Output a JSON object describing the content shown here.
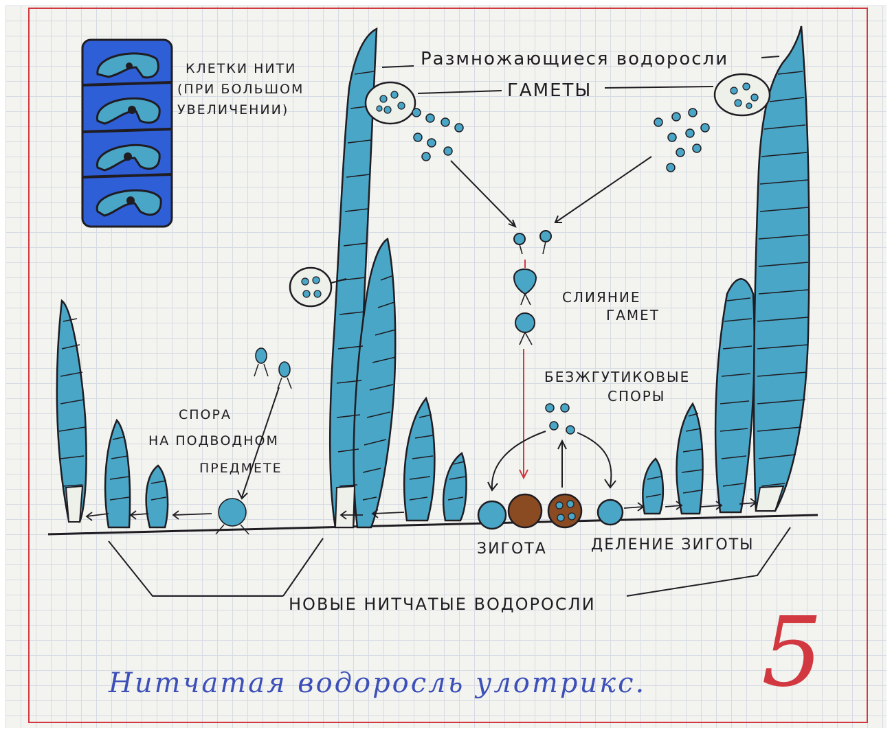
{
  "labels": {
    "cells_caption": [
      "КЛЕТКИ НИТИ",
      "(ПРИ БОЛЬШОМ",
      "УВЕЛИЧЕНИИ)"
    ],
    "reproducing_algae": "Размножающиеся водоросли",
    "gametes": "ГАМЕТЫ",
    "gamete_fusion": [
      "СЛИЯНИЕ",
      "ГАМЕТ"
    ],
    "flagellate_spores": [
      "БЕЗЖГУТИКОВЫЕ",
      "СПОРЫ"
    ],
    "spore_on_object": [
      "СПОРА",
      "НА ПОДВОДНОМ",
      "ПРЕДМЕТЕ"
    ],
    "zygote": "ЗИГОТА",
    "zygote_division": "ДЕЛЕНИЕ ЗИГОТЫ",
    "new_algae": "НОВЫЕ НИТЧАТЫЕ ВОДОРОСЛИ"
  },
  "title": "Нитчатая водоросль улотрикс.",
  "grade": "5",
  "colors": {
    "ink": "#1f1c22",
    "margin_red": "#d2383f",
    "cell_blue": "#4aa6c6",
    "deep_blue": "#2f5fd6",
    "zygote_brown": "#8a4a22",
    "title_ink": "#3d4fb8"
  }
}
